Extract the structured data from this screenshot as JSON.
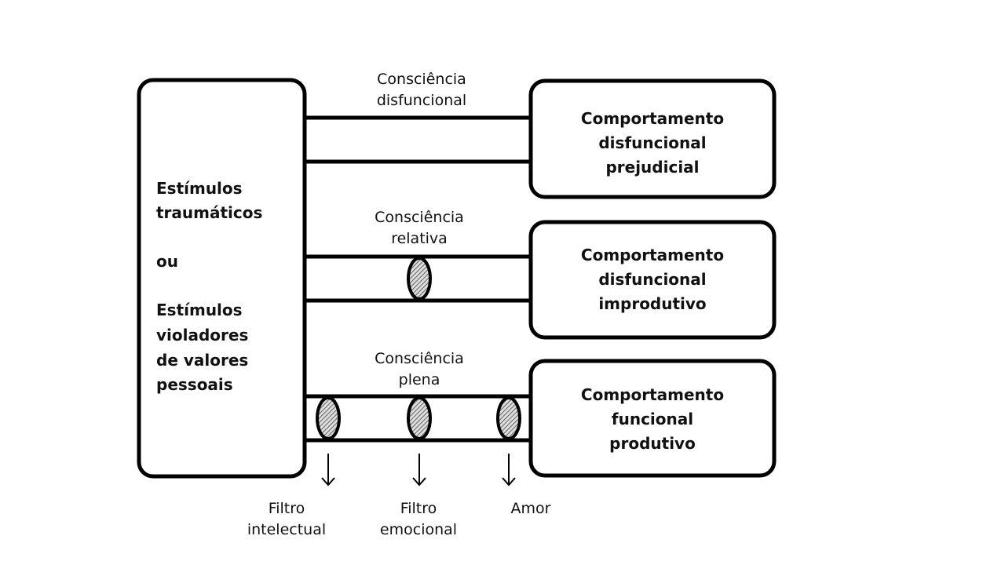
{
  "source": {
    "lines": [
      "Estímulos",
      "traumáticos",
      "ou",
      "Estímulos",
      "violadores",
      "de valores",
      "pessoais"
    ]
  },
  "channels": [
    {
      "label": [
        "Consciência",
        "disfuncional"
      ],
      "filters": 0,
      "outcome": [
        "Comportamento",
        "disfuncional",
        "prejudicial"
      ]
    },
    {
      "label": [
        "Consciência",
        "relativa"
      ],
      "filters": 1,
      "outcome": [
        "Comportamento",
        "disfuncional",
        "improdutivo"
      ]
    },
    {
      "label": [
        "Consciência",
        "plena"
      ],
      "filters": 3,
      "outcome": [
        "Comportamento",
        "funcional",
        "produtivo"
      ]
    }
  ],
  "filter_labels": [
    [
      "Filtro",
      "intelectual"
    ],
    [
      "Filtro",
      "emocional"
    ],
    [
      "Amor"
    ]
  ]
}
